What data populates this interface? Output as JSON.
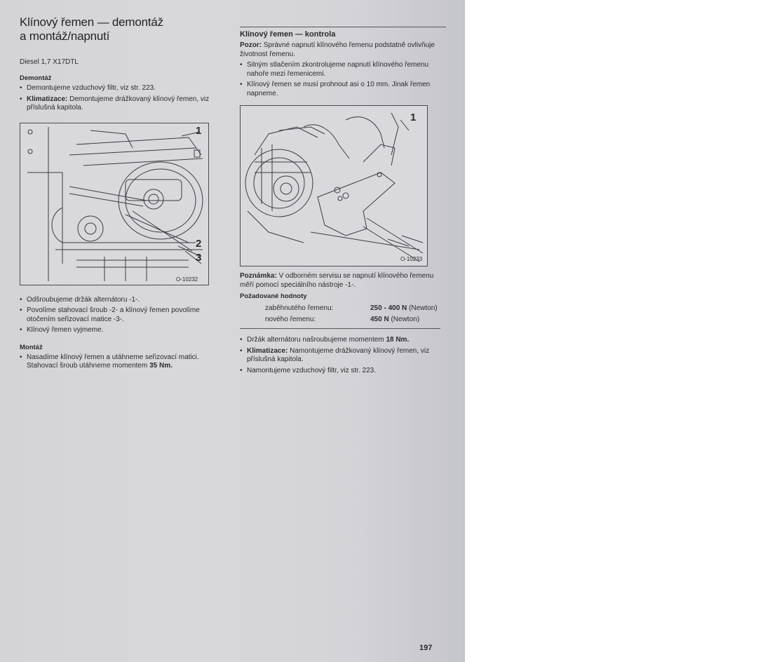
{
  "left": {
    "title_line1": "Klínový řemen — demontáž",
    "title_line2": "a montáž/napnutí",
    "engine": "Diesel 1,7 X17DTL",
    "removal_heading": "Demontáž",
    "removal_items": [
      {
        "prefix": "",
        "text": "Demontujeme vzduchový filtr, viz str. 223."
      },
      {
        "prefix": "Klimatizace:",
        "text": " Demontujeme drážkovaný klínový řemen, viz příslušná kapitola."
      }
    ],
    "figure": {
      "callout_1": "1",
      "callout_2": "2",
      "callout_3": "3",
      "code": "O-10232"
    },
    "steps": [
      {
        "text": "Odšroubujeme držák alternátoru -1-."
      },
      {
        "text": "Povolíme stahovací šroub -2- a klínový řemen povolíme otočením seřizovací matice -3-."
      },
      {
        "text": "Klínový řemen vyjmeme."
      }
    ],
    "install_heading": "Montáž",
    "install_text": "Nasadíme klínový řemen a utáhneme seřizovací matici. Stahovací šroub utáhneme momentem ",
    "install_torque": "35 Nm."
  },
  "right": {
    "title": "Klínový řemen — kontrola",
    "caution_label": "Pozor:",
    "caution_text": " Správné napnutí klínového řemenu podstatně ovlivňuje životnost řemenu.",
    "check_items": [
      {
        "text": "Silným stlačením zkontrolujeme napnutí klínového řemenu nahoře mezi řemenicemi."
      },
      {
        "text": "Klínový řemen se musí prohnout asi o 10 mm. Jinak řemen napneme."
      }
    ],
    "figure": {
      "callout_1": "1",
      "code": "O-10233"
    },
    "note_label": "Poznámka:",
    "note_text": " V odborném servisu se napnutí klínového řemenu měří pomocí speciálního nástroje -1-.",
    "values_heading": "Požadované hodnoty",
    "values": [
      {
        "label": "zaběhnutého řemenu:",
        "value": "250 - 400 N",
        "unit": " (Newton)"
      },
      {
        "label": "nového řemenu:",
        "value": "450 N",
        "unit": " (Newton)"
      }
    ],
    "final_items": [
      {
        "prefix": "",
        "text": "Držák alternátoru našroubujeme momentem ",
        "strong": "18 Nm."
      },
      {
        "prefix": "Klimatizace:",
        "text": " Namontujeme drážkovaný klínový řemen, viz příslušná kapitola.",
        "strong": ""
      },
      {
        "prefix": "",
        "text": "Namontujeme vzduchový filtr, viz str. 223.",
        "strong": ""
      }
    ]
  },
  "page_number": "197"
}
